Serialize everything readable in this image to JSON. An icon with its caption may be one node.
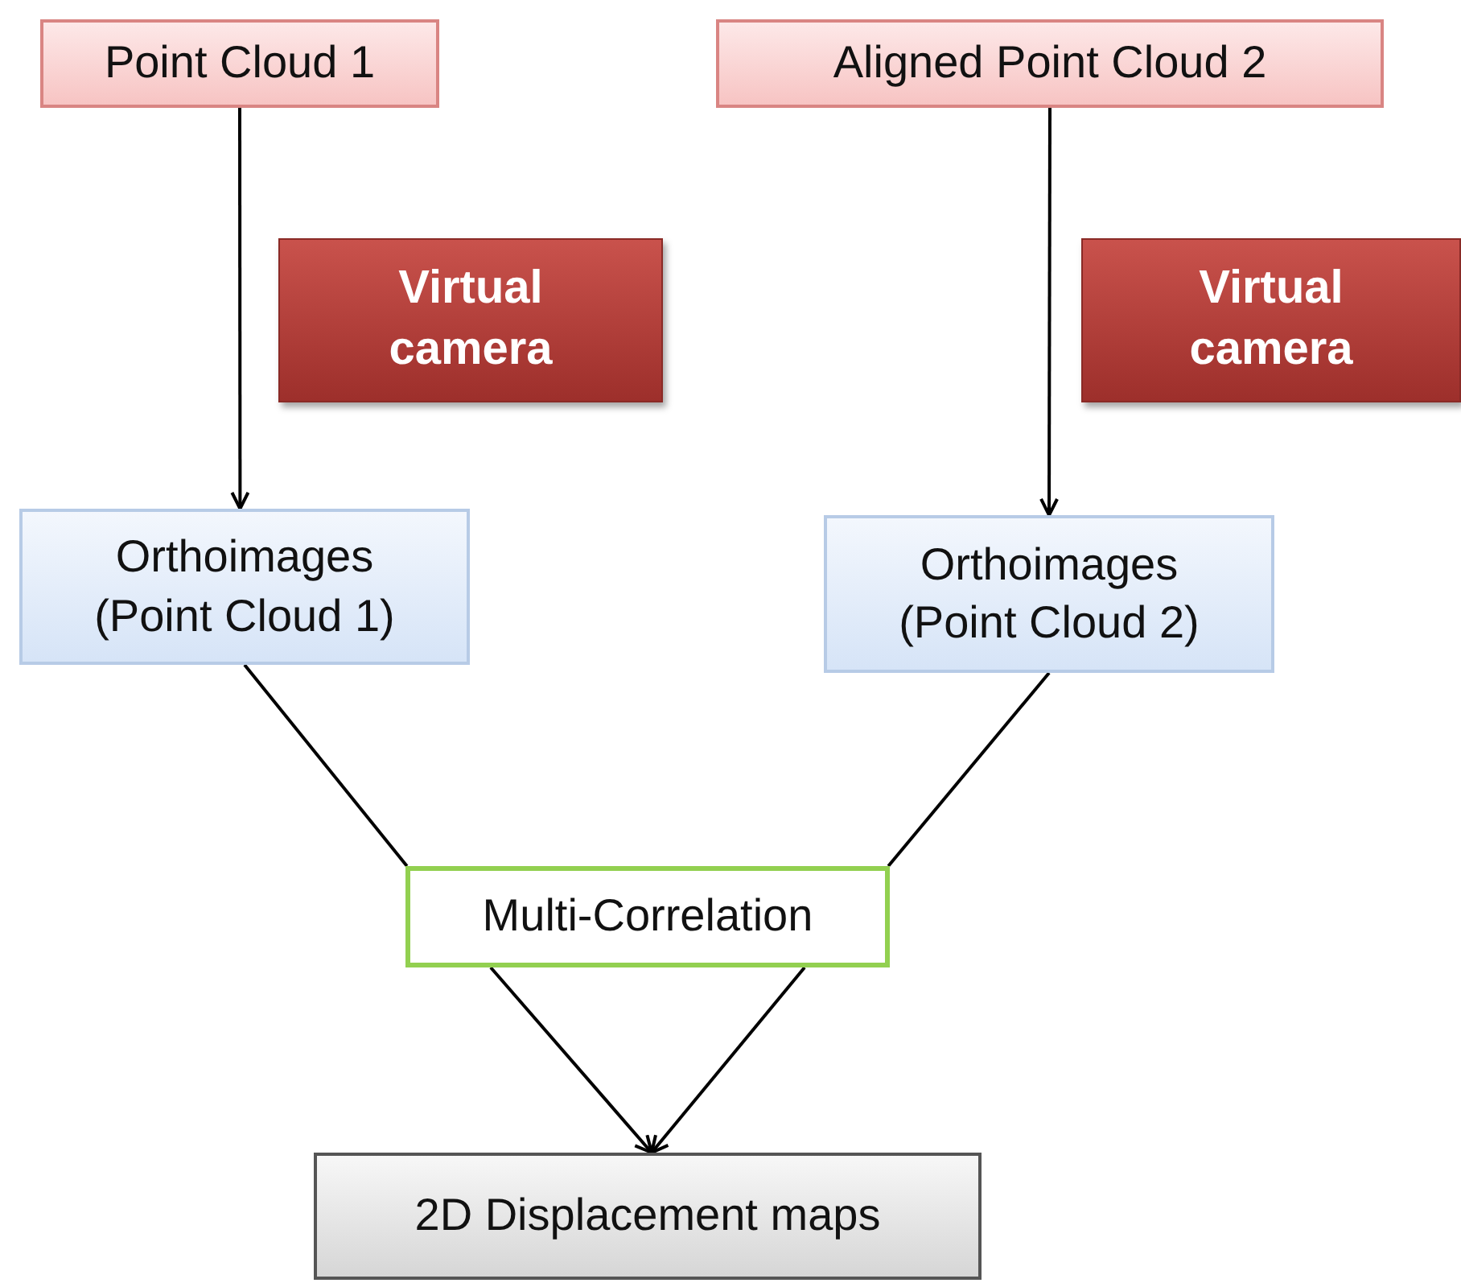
{
  "diagram": {
    "nodes": [
      {
        "text": [
          "Point Cloud 1"
        ]
      },
      {
        "text": [
          "Aligned Point Cloud 2"
        ]
      },
      {
        "text": [
          "Virtual camera"
        ]
      },
      {
        "text": [
          "Virtual camera"
        ]
      },
      {
        "text": [
          "Orthoimages (Point Cloud 1)"
        ]
      },
      {
        "text": [
          "Orthoimages (Point Cloud 2)"
        ]
      },
      {
        "text": [
          "Multi-Correlation"
        ]
      },
      {
        "text": [
          "2D Displacement maps"
        ]
      }
    ],
    "edges": [
      {
        "from": 0,
        "to": 4,
        "arrow": "to"
      },
      {
        "from": 1,
        "to": 5,
        "arrow": "to"
      },
      {
        "from": 4,
        "to": 6,
        "arrow": "none"
      },
      {
        "from": 5,
        "to": 6,
        "arrow": "none"
      },
      {
        "from": 6,
        "to": 7,
        "arrow": "to"
      },
      {
        "from": 6,
        "to": 7,
        "arrow": "to"
      }
    ]
  }
}
